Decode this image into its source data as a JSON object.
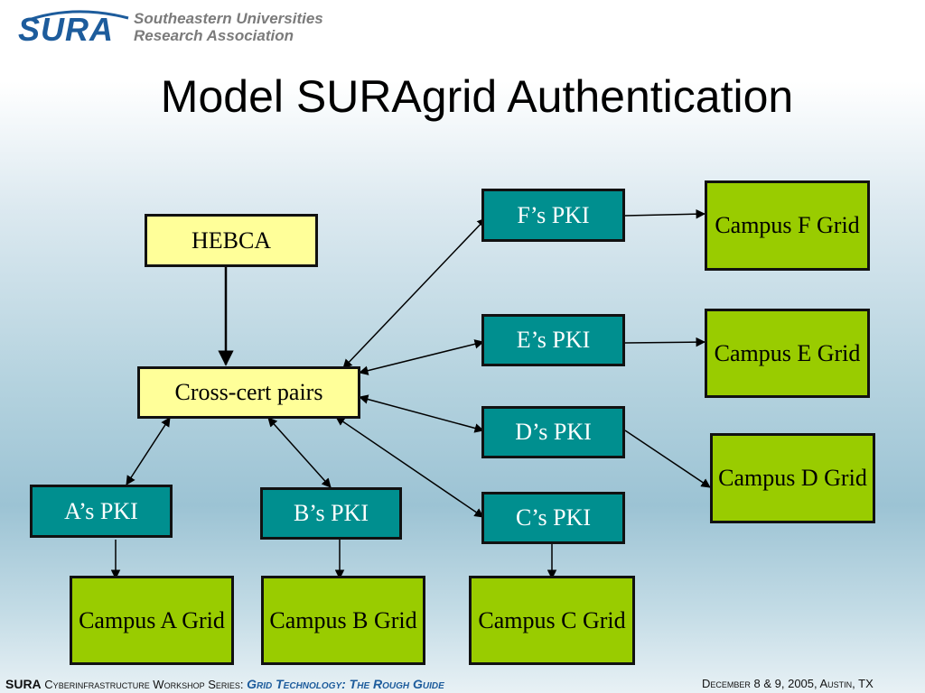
{
  "header": {
    "logo_mark": "SURA",
    "logo_line1": "Southeastern Universities",
    "logo_line2": "Research Association"
  },
  "slide": {
    "title": "Model SURAgrid Authentication"
  },
  "nodes": {
    "hebca": "HEBCA",
    "cross_cert": "Cross-cert pairs",
    "pki_a": "A’s  PKI",
    "pki_b": "B’s  PKI",
    "pki_c": "C’s  PKI",
    "pki_d": "D’s  PKI",
    "pki_e": "E’s  PKI",
    "pki_f": "F’s  PKI",
    "campus_a": "Campus A Grid",
    "campus_b": "Campus B Grid",
    "campus_c": "Campus C Grid",
    "campus_d": "Campus D Grid",
    "campus_e": "Campus E Grid",
    "campus_f": "Campus F Grid"
  },
  "footer": {
    "brand": "SURA",
    "series_label": "Cyberinfrastructure Workshop Series:",
    "series_title": "Grid Technology: The Rough Guide",
    "date_place": "December 8 & 9, 2005, Austin, TX"
  },
  "colors": {
    "yellow_box": "#ffff99",
    "pki_box": "#008f8f",
    "campus_box": "#99cc00",
    "brand_blue": "#1d5c9c"
  }
}
